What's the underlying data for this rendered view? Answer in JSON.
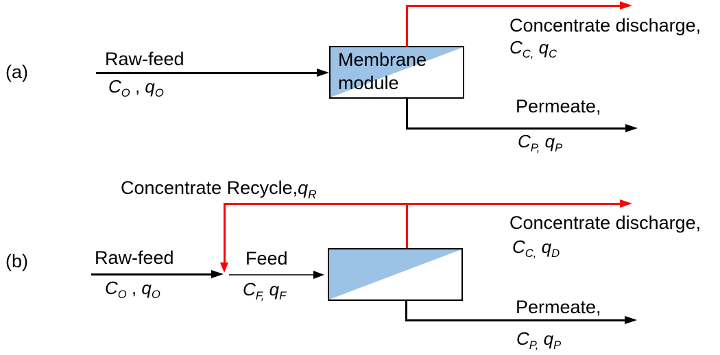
{
  "colors": {
    "stream_red": "#fb0404",
    "membrane_blue": "#9cc3e6",
    "line_black": "#000000"
  },
  "diagram_a": {
    "label": "(a)",
    "raw_feed": {
      "name": "Raw-feed",
      "vars": {
        "m1": "C",
        "s1": "O",
        "sep": " , ",
        "m2": "q",
        "s2": "O"
      }
    },
    "module": {
      "line1": "Membrane",
      "line2": "module"
    },
    "concentrate": {
      "name": "Concentrate discharge,",
      "vars": {
        "m1": "C",
        "s1": "C,",
        "sep": " ",
        "m2": "q",
        "s2": "C"
      }
    },
    "permeate": {
      "name": "Permeate,",
      "vars": {
        "m1": "C",
        "s1": "P,",
        "sep": " ",
        "m2": "q",
        "s2": "P"
      }
    }
  },
  "diagram_b": {
    "label": "(b)",
    "recycle": {
      "name": "Concentrate Recycle,",
      "vars": {
        "m2": "q",
        "s2": "R"
      }
    },
    "raw_feed": {
      "name": "Raw-feed",
      "vars": {
        "m1": "C",
        "s1": "O",
        "sep": " , ",
        "m2": "q",
        "s2": "O"
      }
    },
    "feed": {
      "name": "Feed",
      "vars": {
        "m1": "C",
        "s1": "F,",
        "sep": " ",
        "m2": "q",
        "s2": "F"
      }
    },
    "concentrate": {
      "name": "Concentrate discharge,",
      "vars": {
        "m1": "C",
        "s1": "C,",
        "sep": " ",
        "m2": "q",
        "s2": "D"
      }
    },
    "permeate": {
      "name": "Permeate,",
      "vars": {
        "m1": "C",
        "s1": "P,",
        "sep": " ",
        "m2": "q",
        "s2": "P"
      }
    }
  }
}
